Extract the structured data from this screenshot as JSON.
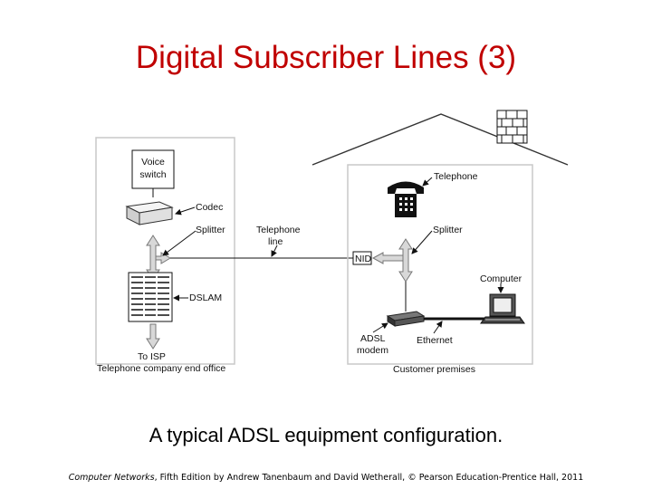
{
  "title": "Digital Subscriber Lines (3)",
  "diagram": {
    "office": {
      "voice_switch": [
        "Voice",
        "switch"
      ],
      "codec": "Codec",
      "splitter": "Splitter",
      "dslam": "DSLAM",
      "to_isp": "To ISP",
      "caption": "Telephone company end office"
    },
    "line": [
      "Telephone",
      "line"
    ],
    "home": {
      "telephone": "Telephone",
      "splitter": "Splitter",
      "nid": "NID",
      "computer": "Computer",
      "adsl_modem": [
        "ADSL",
        "modem"
      ],
      "ethernet": "Ethernet",
      "caption": "Customer premises"
    }
  },
  "caption": "A typical ADSL equipment configuration.",
  "credit": {
    "book": "Computer Networks",
    "rest": ", Fifth Edition by Andrew Tanenbaum and David Wetherall, © Pearson Education-Prentice Hall, 2011"
  }
}
